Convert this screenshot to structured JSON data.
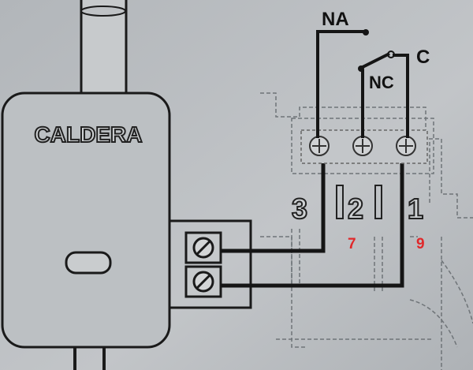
{
  "boiler": {
    "label": "CALDERA"
  },
  "relay": {
    "contacts": {
      "na": "NA",
      "nc": "NC",
      "c": "C"
    },
    "terminals": [
      "3",
      "2",
      "1"
    ]
  },
  "annotations": {
    "terminal_2_note": "7",
    "terminal_1_note": "9",
    "color": "#e0282a"
  }
}
